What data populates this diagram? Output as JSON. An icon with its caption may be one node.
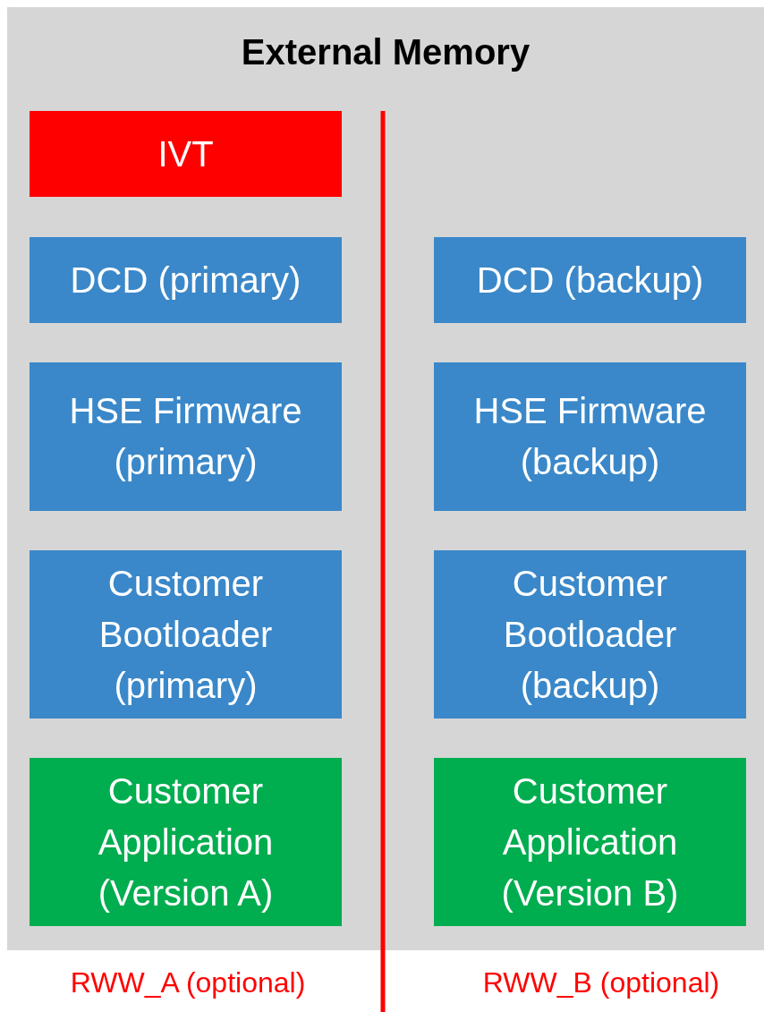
{
  "diagram": {
    "nodes": [
      {
        "text": [
          "External Memory"
        ]
      },
      {
        "text": [
          "IVT"
        ],
        "in": 0
      },
      {
        "text": [
          "DCD (primary)"
        ],
        "in": 0
      },
      {
        "text": [
          "DCD (backup)"
        ],
        "in": 0
      },
      {
        "text": [
          "HSE Firmware (primary)"
        ],
        "in": 0
      },
      {
        "text": [
          "HSE Firmware (backup)"
        ],
        "in": 0
      },
      {
        "text": [
          "Customer Bootloader (primary)"
        ],
        "in": 0
      },
      {
        "text": [
          "Customer Bootloader (backup)"
        ],
        "in": 0
      },
      {
        "text": [
          "Customer Application (Version A)"
        ],
        "in": 0
      },
      {
        "text": [
          "Customer Application (Version B)"
        ],
        "in": 0
      }
    ],
    "labels": [
      "RWW_A (optional)",
      "RWW_B (optional)"
    ]
  }
}
